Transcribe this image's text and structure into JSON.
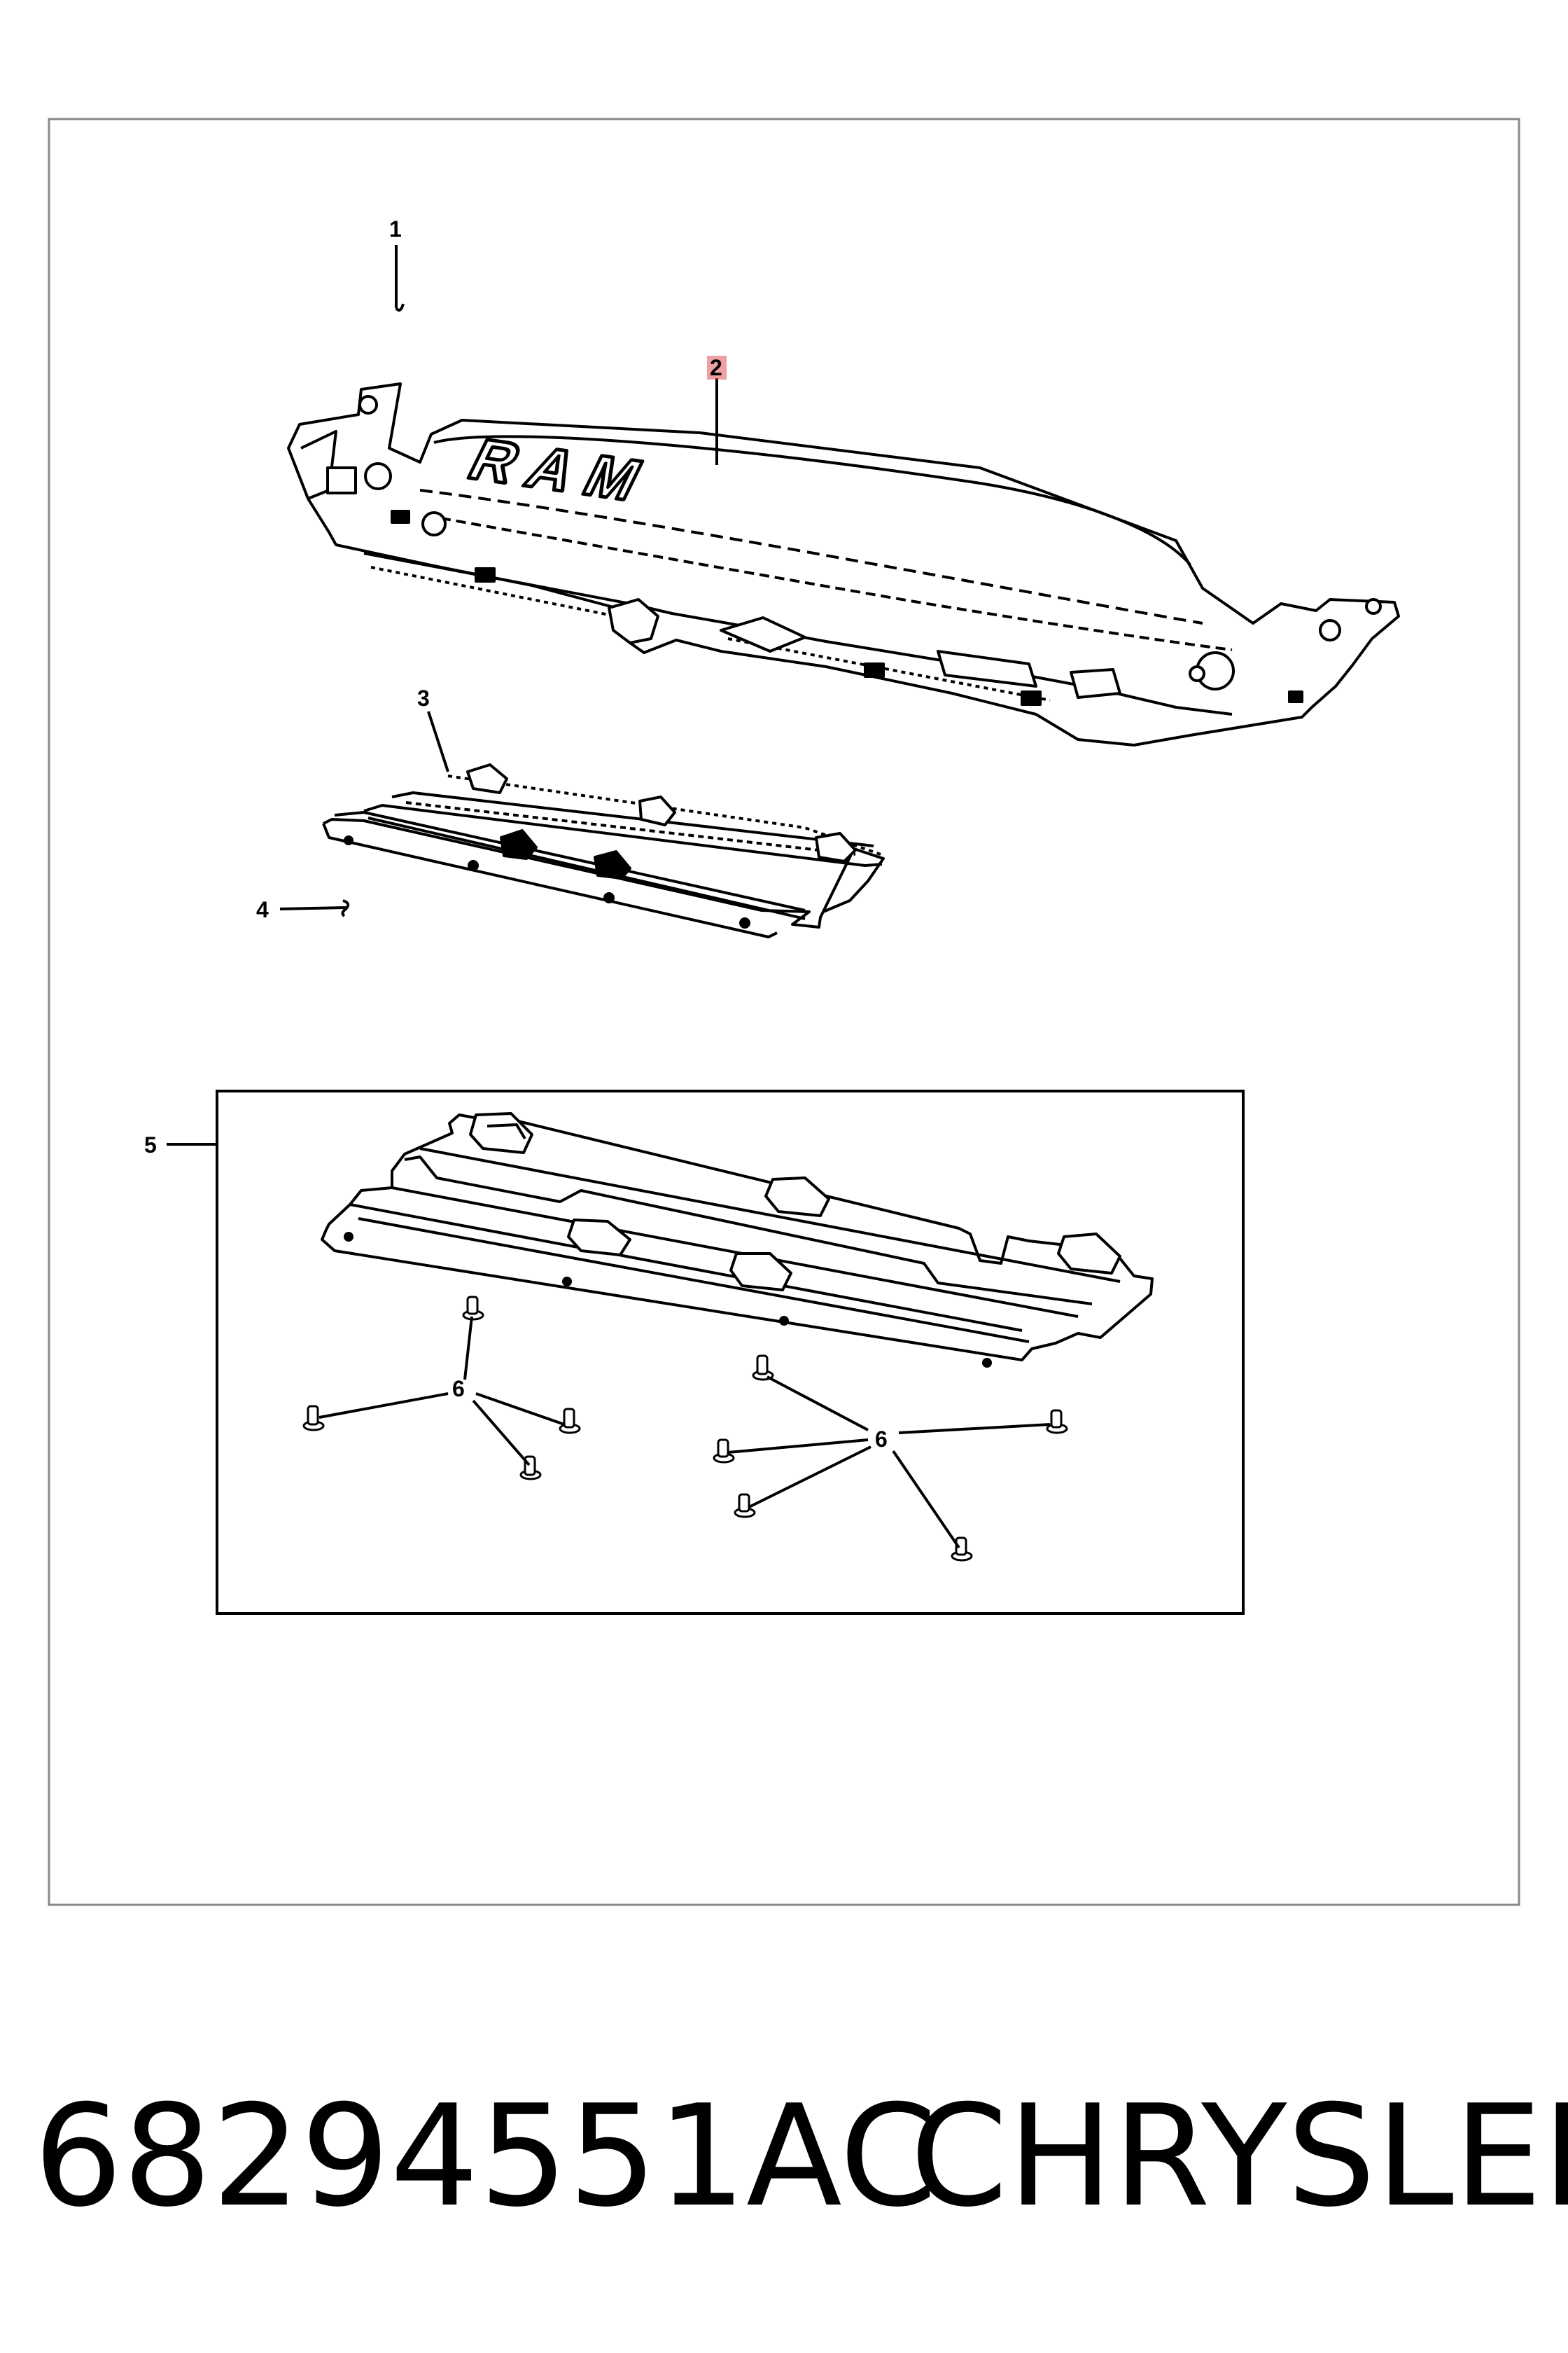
{
  "callouts": {
    "c1": "1",
    "c2": "2",
    "c3": "3",
    "c4": "4",
    "c5": "5",
    "c6a": "6",
    "c6b": "6"
  },
  "emblem_text": "RAM",
  "caption": {
    "part_number": "68294551AC",
    "manufacturer": "CHRYSLER"
  },
  "colors": {
    "line": "#000000",
    "frame": "#888888",
    "highlight_callout": "#e05050"
  }
}
